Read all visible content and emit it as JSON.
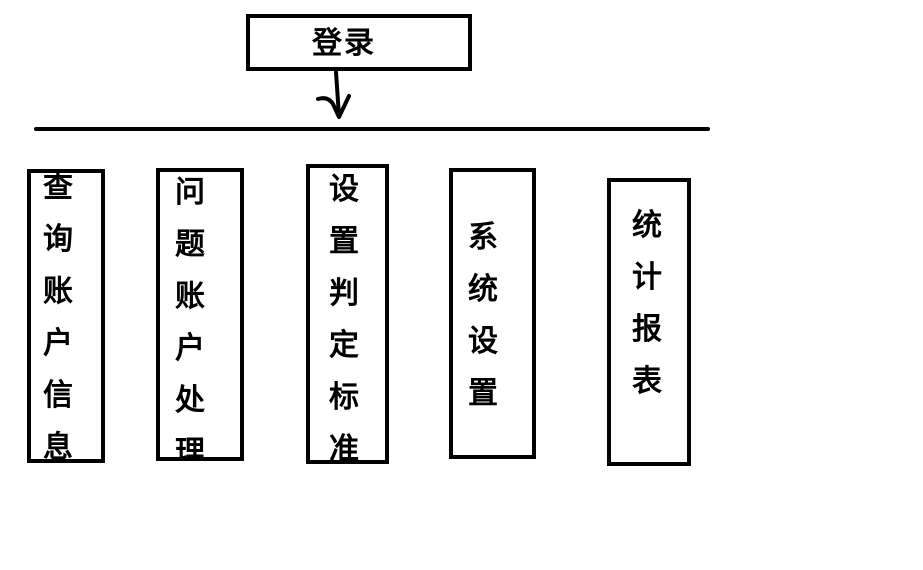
{
  "diagram": {
    "root": {
      "label": "登录"
    },
    "children": [
      {
        "label": "查询账户信息"
      },
      {
        "label": "问题账户处理"
      },
      {
        "label": "设置判定标准"
      },
      {
        "label": "系统设置"
      },
      {
        "label": "统计报表"
      }
    ]
  },
  "colors": {
    "line": "#000000",
    "background": "#ffffff"
  }
}
